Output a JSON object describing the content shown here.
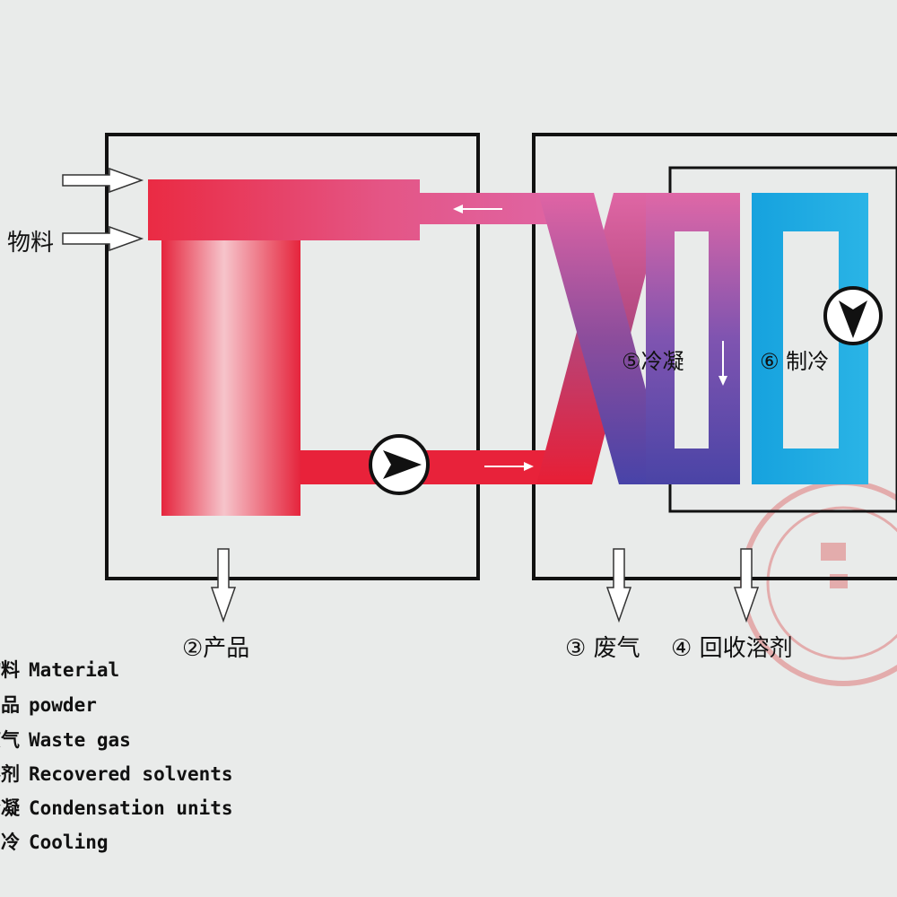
{
  "labels": {
    "feed": "物料",
    "product": "②产品",
    "waste_gas": "③ 废气",
    "recovered_solvent": "④ 回收溶剂",
    "condensation": "⑤冷凝",
    "cooling": "⑥ 制冷"
  },
  "legend": [
    {
      "cn": "物料",
      "en": "Material"
    },
    {
      "cn": "产品",
      "en": "powder"
    },
    {
      "cn": "废气",
      "en": "Waste gas"
    },
    {
      "cn": "回收溶剂",
      "en": "Recovered solvents"
    },
    {
      "cn": "冷凝",
      "en": "Condensation units"
    },
    {
      "cn": "制冷",
      "en": "Cooling"
    }
  ],
  "colors": {
    "hot": "#e8223a",
    "pink": "#e0609a",
    "condenser": "#4c45a8",
    "coolant": "#1aa5e0",
    "frame": "#111111",
    "background": "#e9ebea"
  },
  "icons": [
    "pump-icon",
    "arrow-right-icon",
    "arrow-down-icon",
    "arrow-left-icon",
    "seal-stamp"
  ]
}
